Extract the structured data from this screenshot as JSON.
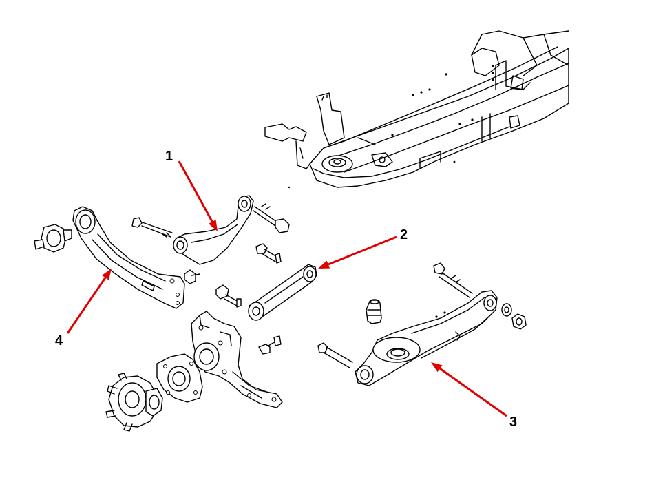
{
  "callouts": [
    {
      "number": "1",
      "part": "upper-arm",
      "color": "#e00000"
    },
    {
      "number": "2",
      "part": "toe-link",
      "color": "#e00000"
    },
    {
      "number": "3",
      "part": "lower-control-arm",
      "color": "#e00000"
    },
    {
      "number": "4",
      "part": "trailing-arm",
      "color": "#e00000"
    }
  ],
  "colors": {
    "line": "#000000",
    "arrow": "#e00000",
    "background": "#ffffff"
  }
}
